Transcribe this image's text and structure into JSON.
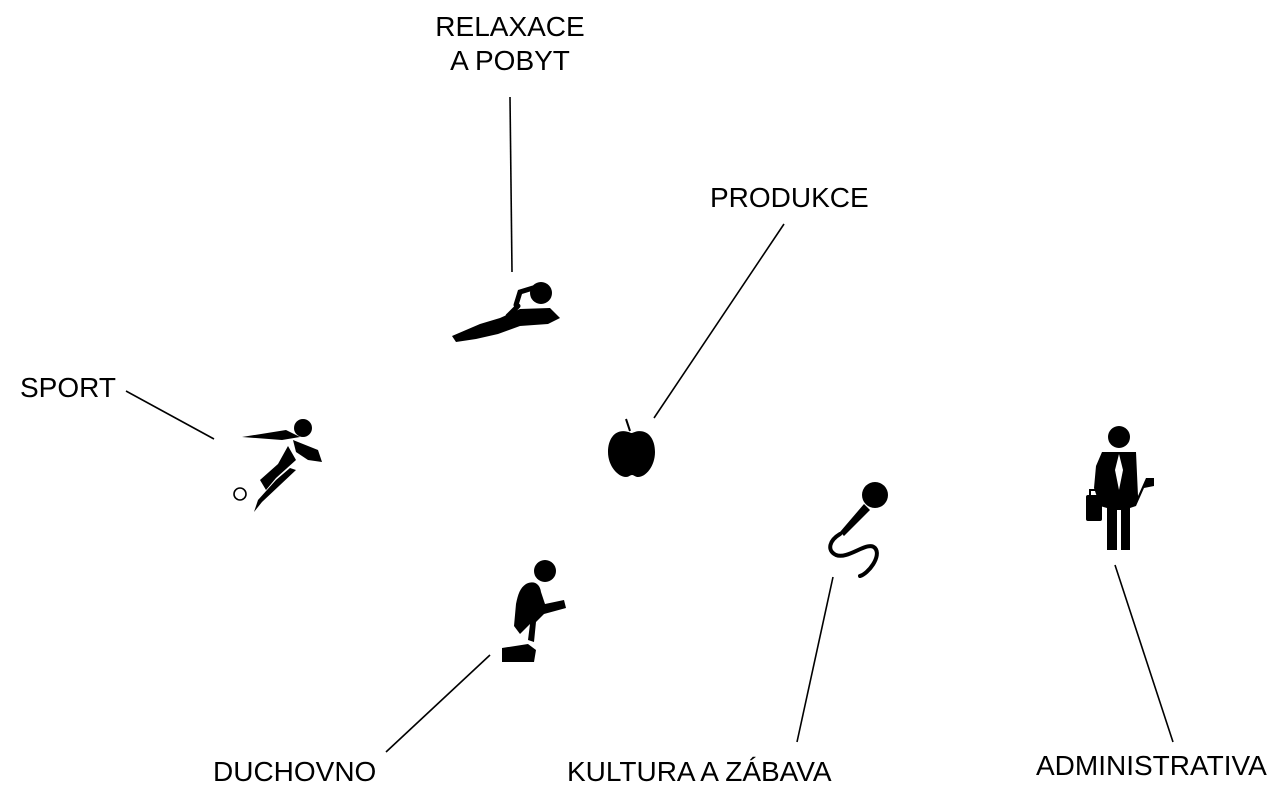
{
  "diagram": {
    "labels": {
      "relaxace_line1": "RELAXACE",
      "relaxace_line2": "A POBYT",
      "produkce": "PRODUKCE",
      "sport": "SPORT",
      "duchovno": "DUCHOVNO",
      "kultura": "KULTURA A ZÁBAVA",
      "administrativa": "ADMINISTRATIVA"
    },
    "icons": {
      "relaxace": "reclining-person-icon",
      "produkce": "apple-icon",
      "sport": "soccer-kick-icon",
      "duchovno": "kneeling-person-icon",
      "kultura": "microphone-icon",
      "administrativa": "businessman-briefcase-icon"
    },
    "colors": {
      "ink": "#000000",
      "background": "#ffffff"
    }
  }
}
